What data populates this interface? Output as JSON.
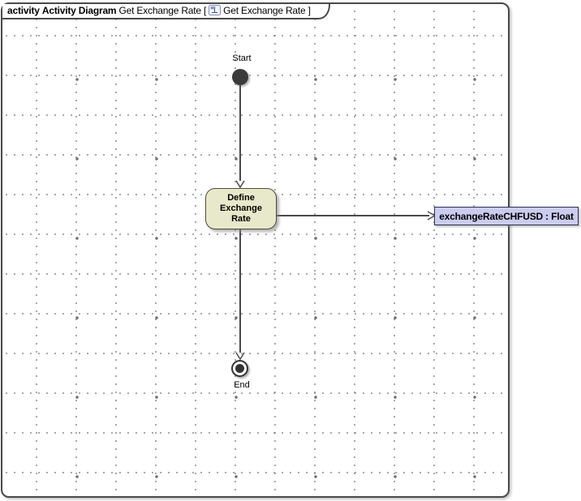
{
  "frame_header": {
    "keyword": "activity",
    "diagram_type": "Activity Diagram",
    "context_prefix": "Get Exchange Rate [",
    "context_name": "Get Exchange Rate",
    "bracket_close": "]"
  },
  "nodes": {
    "initial": {
      "label": "Start",
      "type": "initial-node"
    },
    "action": {
      "label": "Define Exchange Rate",
      "type": "action"
    },
    "object": {
      "label": "exchangeRateCHFUSD : Float",
      "type": "object-node"
    },
    "final": {
      "label": "End",
      "type": "activity-final-node"
    }
  },
  "edges": [
    {
      "from": "Start",
      "to": "Define Exchange Rate",
      "type": "control-flow"
    },
    {
      "from": "Define Exchange Rate",
      "to": "exchangeRateCHFUSD : Float",
      "type": "object-flow"
    },
    {
      "from": "Define Exchange Rate",
      "to": "End",
      "type": "control-flow"
    }
  ],
  "colors": {
    "frame_border": "#4a4a4a",
    "action_fill": "#e8e8ca",
    "action_border": "#4c4c3a",
    "object_fill": "#ccccf0",
    "object_border": "#2f2f55",
    "edge": "#4a4a4a",
    "node_fill": "#3b3b3b",
    "grid_dot": "#8c8c8c"
  }
}
